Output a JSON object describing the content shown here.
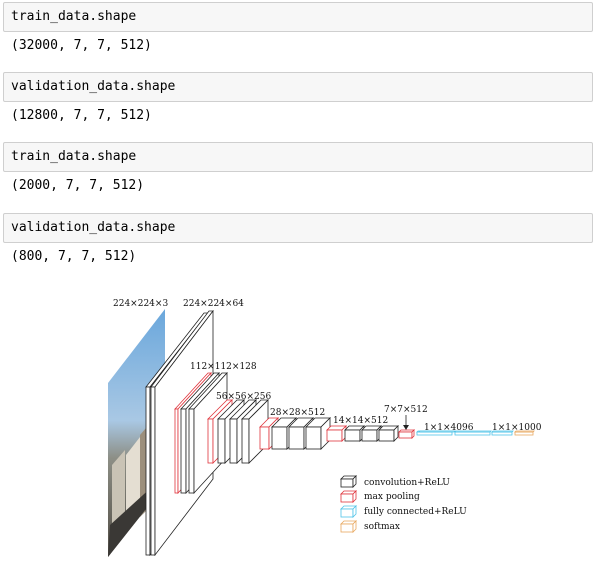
{
  "cells": [
    {
      "code": "train_data.shape",
      "output": "(32000, 7, 7, 512)"
    },
    {
      "code": "validation_data.shape",
      "output": "(12800, 7, 7, 512)"
    },
    {
      "code": "train_data.shape",
      "output": "(2000, 7, 7, 512)"
    },
    {
      "code": "validation_data.shape",
      "output": "(800, 7, 7, 512)"
    }
  ],
  "figure": {
    "labels": {
      "input": "224×224×3",
      "conv1": "224×224×64",
      "conv2": "112×112×128",
      "conv3": "56×56×256",
      "conv4": "28×28×512",
      "conv5": "14×14×512",
      "pool5": "7×7×512",
      "fc": "1×1×4096",
      "out": "1×1×1000"
    },
    "legend": {
      "conv": "convolution+ReLU",
      "pool": "max pooling",
      "fc": "fully connected+ReLU",
      "softmax": "softmax"
    },
    "colors": {
      "conv": "#222222",
      "pool": "#e0343c",
      "fc": "#4fc3e8",
      "softmax": "#e8a860"
    }
  }
}
